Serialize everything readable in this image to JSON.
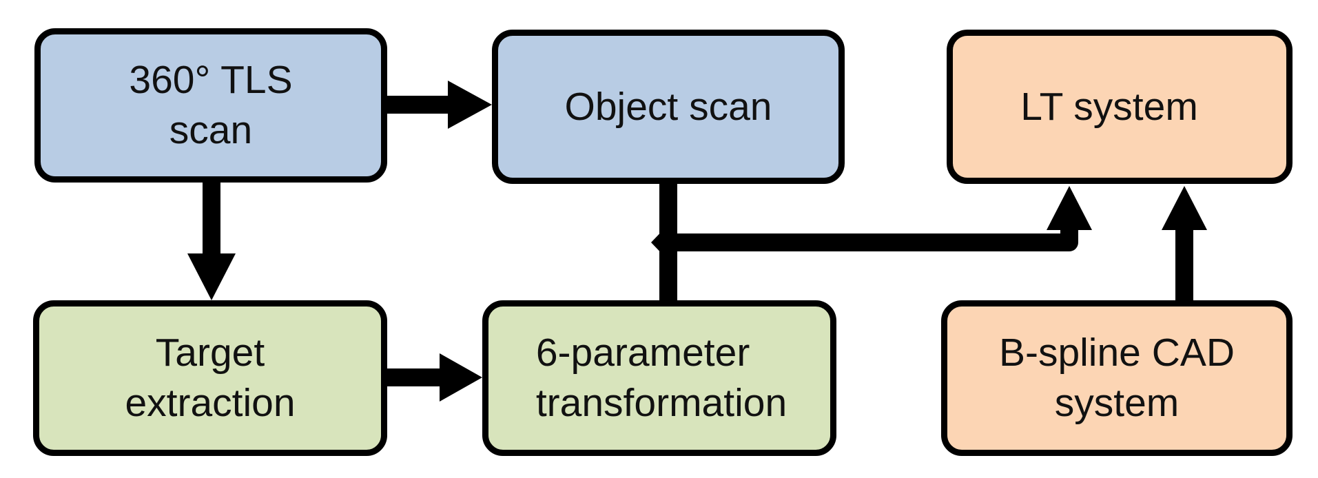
{
  "colors": {
    "blue_fill": "#b8cce4",
    "green_fill": "#d8e4bc",
    "orange_fill": "#fcd5b4",
    "stroke": "#000000"
  },
  "nodes": {
    "tls_scan": {
      "line1": "360° TLS",
      "line2": "scan",
      "color": "#b8cce4"
    },
    "object_scan": {
      "line1": "Object scan",
      "color": "#b8cce4"
    },
    "lt_system": {
      "line1": "LT system",
      "color": "#fcd5b4"
    },
    "target_extraction": {
      "line1": "Target",
      "line2": "extraction",
      "color": "#d8e4bc"
    },
    "transformation": {
      "line1": "6-parameter",
      "line2": "transformation",
      "color": "#d8e4bc"
    },
    "bspline_cad": {
      "line1": "B-spline CAD",
      "line2": "system",
      "color": "#fcd5b4"
    }
  },
  "edges": [
    {
      "from": "360° TLS scan",
      "to": "Object scan"
    },
    {
      "from": "360° TLS scan",
      "to": "Target extraction"
    },
    {
      "from": "Target extraction",
      "to": "6-parameter transformation"
    },
    {
      "from": "Object scan + 6-parameter transformation",
      "to": "LT system"
    },
    {
      "from": "B-spline CAD system",
      "to": "LT system"
    }
  ]
}
